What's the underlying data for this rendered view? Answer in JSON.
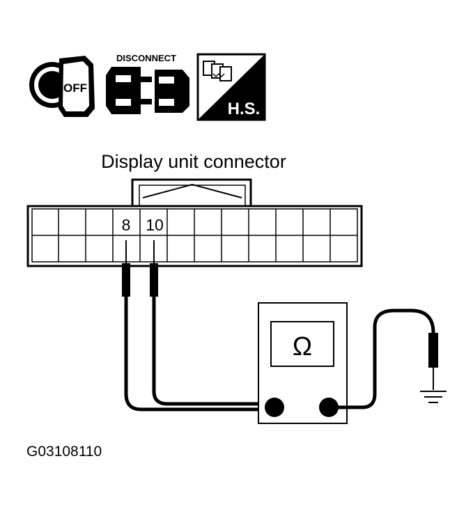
{
  "icons": {
    "ignition": {
      "name": "ignition-key-off-icon",
      "text": "OFF"
    },
    "disconnect": {
      "name": "connector-disconnect-icon",
      "text": "DISCONNECT"
    },
    "harness": {
      "name": "harness-side-icon",
      "text": "H.S."
    }
  },
  "connector": {
    "title": "Display unit connector",
    "pins": {
      "p8": "8",
      "p10": "10"
    }
  },
  "meter": {
    "symbol": "Ω"
  },
  "figure_id": "G03108110"
}
